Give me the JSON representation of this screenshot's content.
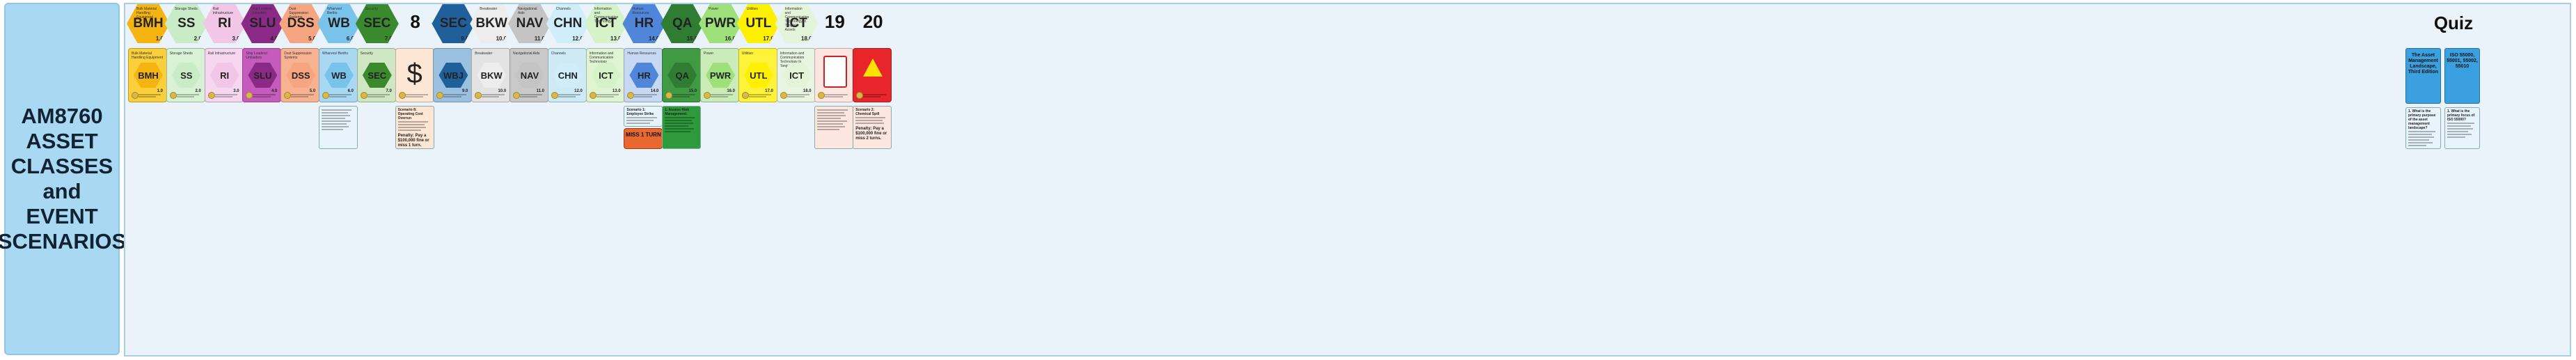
{
  "side_title": "AM8760 ASSET\nCLASSES and\nEVENT\nSCENARIOS",
  "columns": [
    {
      "code": "BMH",
      "num": "1.0",
      "sub": "Bulk Material Handling Equipment",
      "color": "#f5b40f",
      "card": "#f9cf3a"
    },
    {
      "code": "SS",
      "num": "2.0",
      "sub": "Storage Sheds",
      "color": "#c9ecc7",
      "card": "#d9f2d6"
    },
    {
      "code": "RI",
      "num": "3.0",
      "sub": "Rail Infrastructure",
      "color": "#f1c6e6",
      "card": "#f6d7ef"
    },
    {
      "code": "SLU",
      "num": "4.0",
      "sub": "Ship Loaders/ Unloaders",
      "color": "#8b2a86",
      "card": "#c55bbd"
    },
    {
      "code": "DSS",
      "num": "5.0",
      "sub": "Dust Suppression Systems",
      "color": "#f5a57f",
      "card": "#f7b291"
    },
    {
      "code": "WB",
      "num": "6.0",
      "sub": "Wharves/ Berths",
      "color": "#79c3ea",
      "card": "#a9d8f2"
    },
    {
      "code": "SEC",
      "num": "7.0",
      "sub": "Security",
      "color": "#3a8a2d",
      "card": "#cfe6c2"
    },
    {
      "code": "$",
      "num": "",
      "sub": "",
      "color": "#fde6d4",
      "card": "#fde6d4",
      "bignum": "8"
    },
    {
      "code": "SEC",
      "num": "9.0",
      "sub": "",
      "color": "#1f5f9a",
      "card": "#9cc1e0",
      "card_code": "WBJ"
    },
    {
      "code": "BKW",
      "num": "10.0",
      "sub": "Breakwater",
      "color": "#ededed",
      "card": "#e3e3e3"
    },
    {
      "code": "NAV",
      "num": "11.0",
      "sub": "Navigational Aids",
      "color": "#c4c4c4",
      "card": "#c9c9c9"
    },
    {
      "code": "CHN",
      "num": "12.0",
      "sub": "Channels",
      "color": "#cfeefa",
      "card": "#cdeaf5"
    },
    {
      "code": "ICT",
      "num": "13.0",
      "sub": "Information and Communication Technology",
      "color": "#d5f2c8",
      "card": "#dff4d3"
    },
    {
      "code": "HR",
      "num": "14.0",
      "sub": "Human Resources",
      "color": "#4f86d9",
      "card": "#c7d8f2"
    },
    {
      "code": "QA",
      "num": "15.0",
      "sub": "",
      "color": "#2e7d32",
      "card": "#3f9a43"
    },
    {
      "code": "PWR",
      "num": "16.0",
      "sub": "Power",
      "color": "#9ee07a",
      "card": "#c9ecb8"
    },
    {
      "code": "UTL",
      "num": "17.0",
      "sub": "Utilities",
      "color": "#fff000",
      "card": "#fff23a"
    },
    {
      "code": "ICT",
      "num": "18.0",
      "sub": "Information and Communication Technology In Tangible Assets",
      "color": "#e3f4d8",
      "card": "#e8f5e0"
    },
    {
      "code": "",
      "num": "",
      "sub": "",
      "color": "#fde6e0",
      "card": "#fde6e0",
      "bignum": "19"
    },
    {
      "code": "",
      "num": "",
      "sub": "",
      "color": "#e8252a",
      "card": "#e8252a",
      "bignum": "20"
    }
  ],
  "quiz": {
    "label": "Quiz",
    "card1": "The Asset Management Landscape, Third Edition",
    "card2": "ISO 55000, 55001, 55002, 55010"
  },
  "desc": {
    "c8_title": "Scenario 8: Operating Cost Overrun",
    "c8_penalty": "Penalty: Pay a $100,000 fine or miss 1 turn.",
    "c14_title": "Scenario 1: Employee Strike",
    "miss_turn": "MISS 1 TURN",
    "c15_title": "1. Assess Risk Management:",
    "c20_title": "Scenario 2: Chemical Spill",
    "c20_penalty": "Penalty: Pay a $100,000 fine or miss 2 turns.",
    "q1": "1. What is the primary purpose of the asset management landscape?",
    "q2": "1. What is the primary focus of ISO 55000?"
  }
}
